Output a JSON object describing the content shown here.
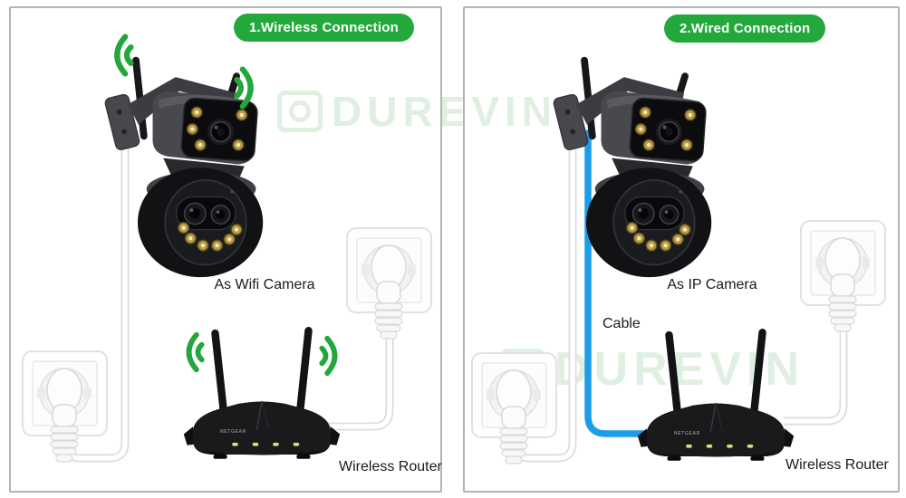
{
  "panels": [
    {
      "id": "wireless",
      "badge": "1.Wireless Connection",
      "camera_label": "As Wifi Camera",
      "router_label": "Wireless Router",
      "router_brand": "NETGEAR",
      "connection": "wifi-signal"
    },
    {
      "id": "wired",
      "badge": "2.Wired Connection",
      "camera_label": "As IP Camera",
      "cable_label": "Cable",
      "router_label": "Wireless Router",
      "router_brand": "NETGEAR",
      "connection": "ethernet-cable"
    }
  ],
  "watermark": {
    "text": "DUREVIN"
  },
  "colors": {
    "badge_green": "#23A83C",
    "wifi_signal_green": "#23A73C",
    "ethernet_cable_blue": "#1C9DE9",
    "panel_border_gray": "#b3b3b3",
    "led_gold": "#b79a46",
    "router_led_yellow": "#d9de7d"
  }
}
